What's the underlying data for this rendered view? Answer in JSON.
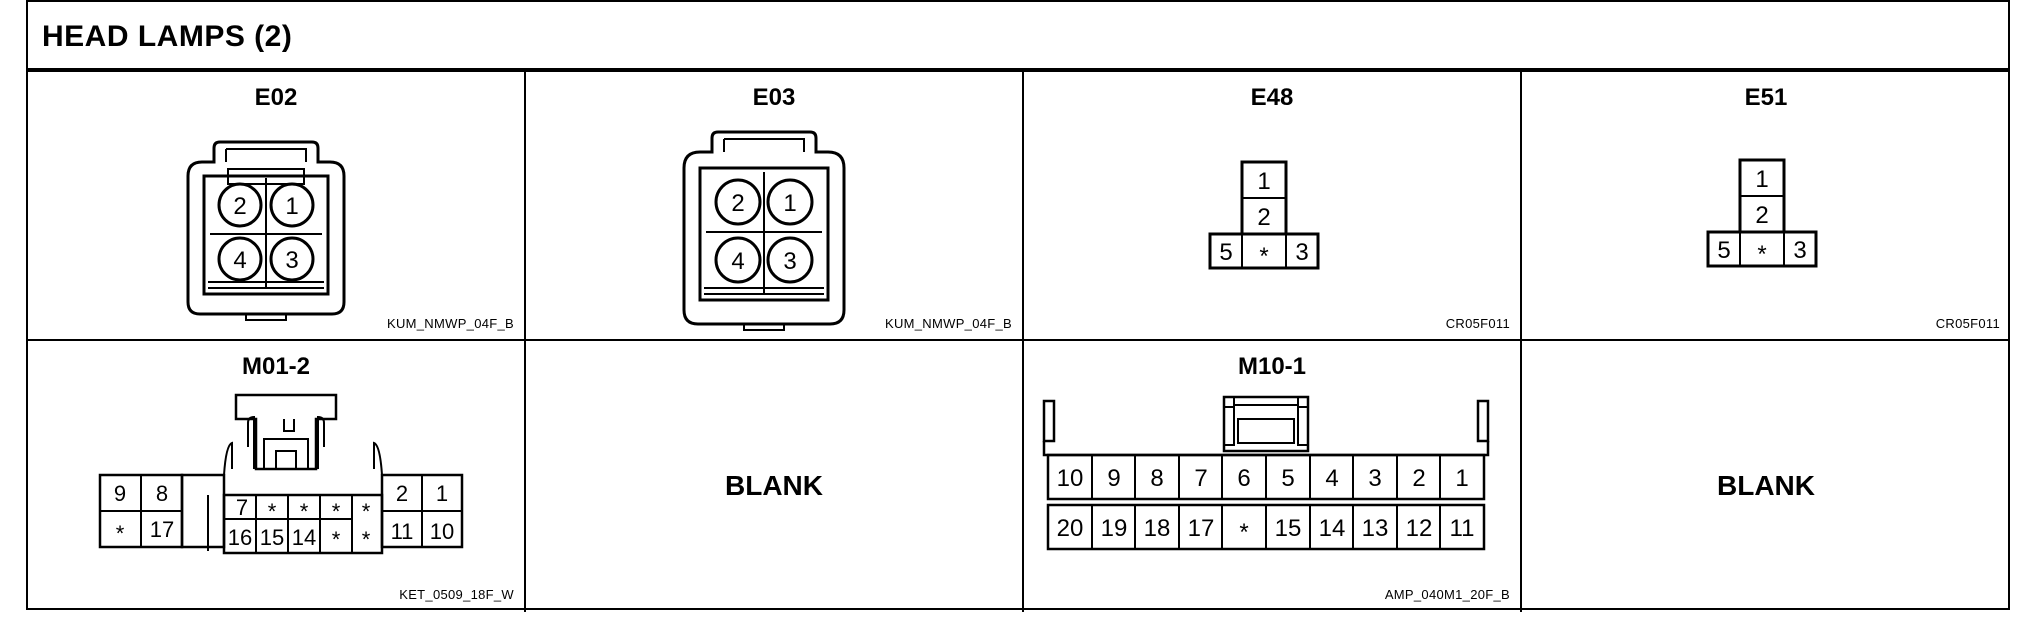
{
  "title": "HEAD LAMPS (2)",
  "connectors": [
    {
      "id": "E02",
      "code": "KUM_NMWP_04F_B",
      "pins": [
        "2",
        "1",
        "4",
        "3"
      ]
    },
    {
      "id": "E03",
      "code": "KUM_NMWP_04F_B",
      "pins": [
        "2",
        "1",
        "4",
        "3"
      ]
    },
    {
      "id": "E48",
      "code": "CR05F011",
      "pins": [
        "1",
        "2",
        "5",
        "*",
        "3"
      ]
    },
    {
      "id": "E51",
      "code": "CR05F011",
      "pins": [
        "1",
        "2",
        "5",
        "*",
        "3"
      ]
    },
    {
      "id": "M01-2",
      "code": "KET_0509_18F_W",
      "pins": [
        "9",
        "8",
        "7",
        "*",
        "*",
        "*",
        "*",
        "2",
        "1",
        "*",
        "17",
        "16",
        "15",
        "14",
        "*",
        "*",
        "11",
        "10"
      ]
    },
    {
      "id": "BLANK",
      "label": "BLANK"
    },
    {
      "id": "M10-1",
      "code": "AMP_040M1_20F_B",
      "pins": [
        "10",
        "9",
        "8",
        "7",
        "6",
        "5",
        "4",
        "3",
        "2",
        "1",
        "20",
        "19",
        "18",
        "17",
        "*",
        "15",
        "14",
        "13",
        "12",
        "11"
      ]
    },
    {
      "id": "BLANK2",
      "label": "BLANK"
    }
  ]
}
